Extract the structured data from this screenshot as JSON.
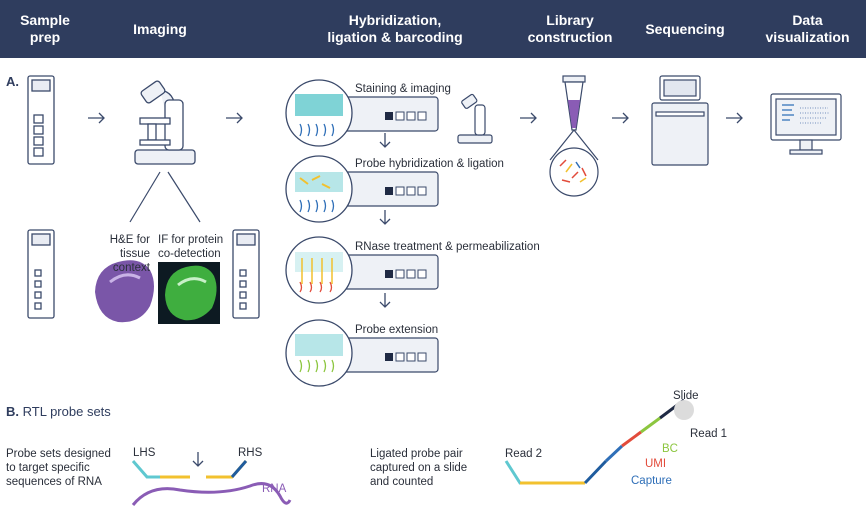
{
  "header": {
    "steps": [
      {
        "line1": "Sample",
        "line2": "prep"
      },
      {
        "line1": "Imaging",
        "line2": ""
      },
      {
        "line1": "Hybridization,",
        "line2": "ligation & barcoding"
      },
      {
        "line1": "Library",
        "line2": "construction"
      },
      {
        "line1": "Sequencing",
        "line2": ""
      },
      {
        "line1": "Data",
        "line2": "visualization"
      }
    ]
  },
  "section_a": {
    "label": "A.",
    "he_line1": "H&E for",
    "he_line2": "tissue context",
    "if_line1": "IF for protein",
    "if_line2": "co-detection",
    "steps": [
      "Staining & imaging",
      "Probe hybridization & ligation",
      "RNase treatment & permeabilization",
      "Probe extension"
    ]
  },
  "section_b": {
    "label": "B.",
    "title": "RTL probe sets",
    "left_text": [
      "Probe sets designed",
      "to target specific",
      "sequences of RNA"
    ],
    "lhs": "LHS",
    "rhs": "RHS",
    "rna": "RNA",
    "mid_text": [
      "Ligated probe pair",
      "captured on a slide",
      "and counted"
    ],
    "read2": "Read 2",
    "slide": "Slide",
    "read1": "Read 1",
    "bc": "BC",
    "umi": "UMI",
    "capture": "Capture"
  },
  "colors": {
    "header_bg": "#2f3d5e",
    "he_purple": "#7a56a8",
    "if_green": "#3fae3f",
    "probe_yellow": "#f2c12e",
    "probe_teal": "#5fc8d0",
    "probe_navy": "#1f5c9e",
    "bc_green": "#8cc63f",
    "umi_red": "#e24b3b",
    "capture_blue": "#2f6fb8",
    "rna_purple": "#8a5cb5"
  }
}
